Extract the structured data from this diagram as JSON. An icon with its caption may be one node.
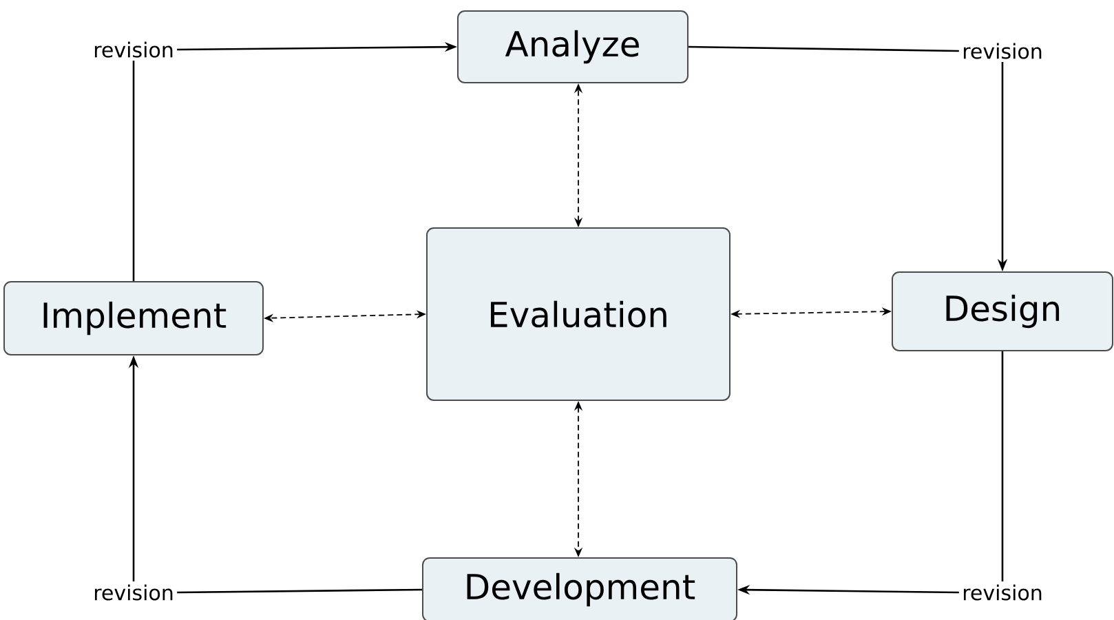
{
  "diagram": {
    "nodes": [
      {
        "text": [
          "revision"
        ]
      },
      {
        "text": [
          "Analyze"
        ]
      },
      {
        "text": [
          "revision"
        ]
      },
      {
        "text": [
          "Implement"
        ]
      },
      {
        "text": [
          "Evaluation"
        ]
      },
      {
        "text": [
          "Design"
        ]
      },
      {
        "text": [
          "revision"
        ]
      },
      {
        "text": [
          "Development"
        ]
      },
      {
        "text": [
          "revision"
        ]
      }
    ],
    "edges": [
      {
        "from": 3,
        "to": 0,
        "arrow": "none"
      },
      {
        "from": 0,
        "to": 1,
        "arrow": "to"
      },
      {
        "from": 1,
        "to": 2,
        "arrow": "none"
      },
      {
        "from": 2,
        "to": 5,
        "arrow": "to"
      },
      {
        "from": 5,
        "to": 8,
        "arrow": "none"
      },
      {
        "from": 8,
        "to": 7,
        "arrow": "to"
      },
      {
        "from": 7,
        "to": 6,
        "arrow": "none"
      },
      {
        "from": 6,
        "to": 3,
        "arrow": "to"
      },
      {
        "from": 4,
        "to": 1,
        "arrow": "both",
        "style": "dashed"
      },
      {
        "from": 4,
        "to": 3,
        "arrow": "both",
        "style": "dashed"
      },
      {
        "from": 4,
        "to": 5,
        "arrow": "both",
        "style": "dashed"
      },
      {
        "from": 4,
        "to": 7,
        "arrow": "both",
        "style": "dashed"
      }
    ]
  }
}
